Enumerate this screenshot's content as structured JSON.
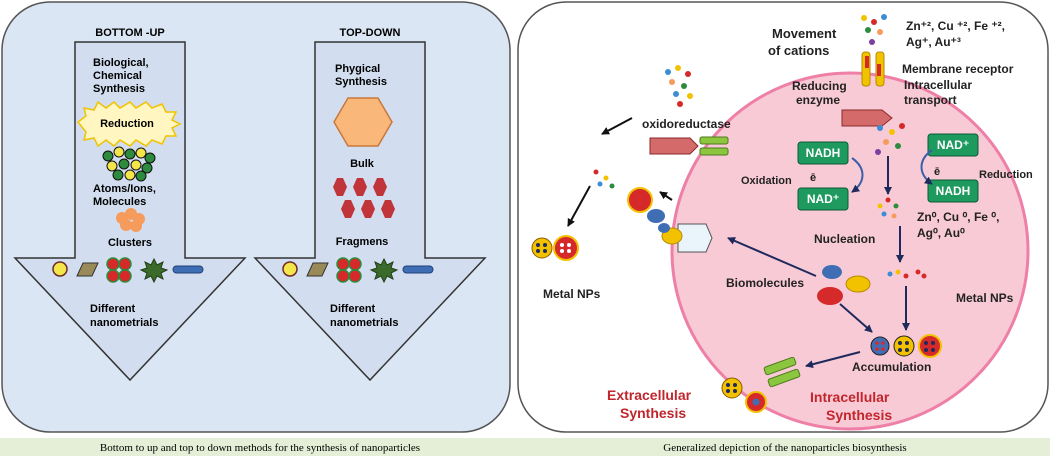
{
  "left_panel": {
    "bottom_up": {
      "title": "BOTTOM -UP",
      "step1_line1": "Biological,",
      "step1_line2": "Chemical",
      "step1_line3": "Synthesis",
      "reduction": "Reduction",
      "atoms_line1": "Atoms/Ions,",
      "atoms_line2": "Molecules",
      "clusters": "Clusters",
      "different_line1": "Different",
      "different_line2": "nanometrials"
    },
    "top_down": {
      "title": "TOP-DOWN",
      "step1_line1": "Phygical",
      "step1_line2": "Synthesis",
      "bulk": "Bulk",
      "fragmens": "Fragmens",
      "different_line1": "Different",
      "different_line2": "nanometrials"
    },
    "caption": "Bottom to up and top to down methods for the synthesis of nanoparticles"
  },
  "right_panel": {
    "movement_line1": "Movement",
    "movement_line2": "of cations",
    "cations_line1": "Zn⁺², Cu ⁺², Fe ⁺²,",
    "cations_line2": "Ag⁺, Au⁺³",
    "membrane_receptor": "Membrane receptor",
    "intracellular_transport_line1": "Intracellular",
    "intracellular_transport_line2": "transport",
    "reducing_enzyme_line1": "Reducing",
    "reducing_enzyme_line2": "enzyme",
    "oxidoreductase": "oxidoreductase",
    "nadh_left": "NADH",
    "electron_left": "ē",
    "nad_left": "NAD⁺",
    "oxidation": "Oxidation",
    "nad_right": "NAD⁺",
    "electron_right": "ē",
    "nadh_right": "NADH",
    "reduction": "Reduction",
    "zero_line1": "Zn⁰, Cu ⁰, Fe ⁰,",
    "zero_line2": "Ag⁰, Au⁰",
    "nucleation": "Nucleation",
    "biomolecules": "Biomolecules",
    "metal_nps_inner": "Metal NPs",
    "metal_nps_outer": "Metal NPs",
    "accumulation": "Accumulation",
    "extracellular_line1": "Extracellular",
    "extracellular_line2": "Synthesis",
    "intracellular_line1": "Intracellular",
    "intracellular_line2": "Synthesis",
    "caption": "Generalized  depiction  of the nanoparticles  biosynthesis"
  },
  "colors": {
    "panel_bg": "#dbe6f4",
    "arrow_fill": "#d2deef",
    "cell_fill": "#f8cad6",
    "cell_border": "#ee7fa7",
    "caption_bg": "#e5efd7",
    "nad_box": "#1e9a5f",
    "label_red": "#c0262c"
  }
}
